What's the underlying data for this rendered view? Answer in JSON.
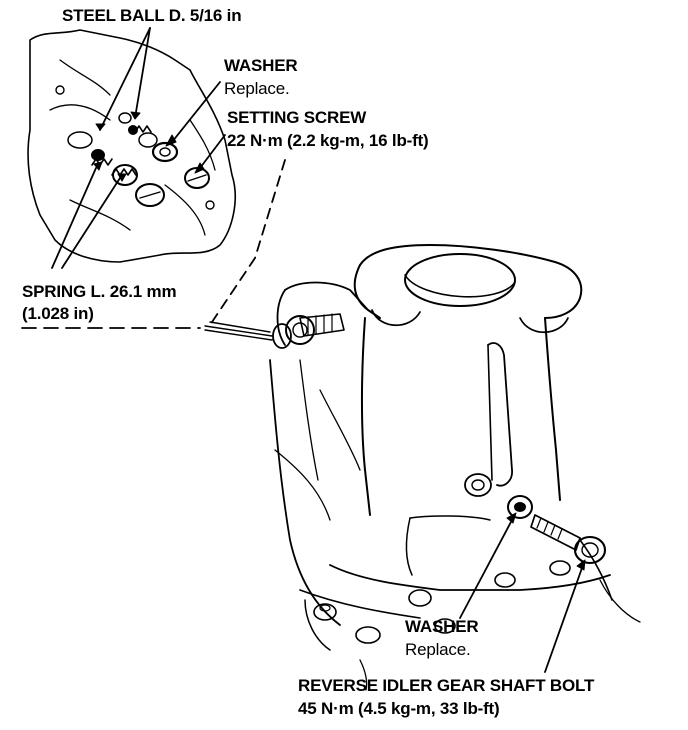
{
  "labels": {
    "steel_ball": "STEEL BALL D. 5/16 in",
    "washer_top": "WASHER",
    "washer_top_note": "Replace.",
    "setting_screw": "SETTING SCREW",
    "setting_screw_torque": "22 N·m (2.2 kg-m, 16 lb-ft)",
    "spring_line1": "SPRING L. 26.1 mm",
    "spring_line2": "(1.028 in)",
    "washer_bottom": "WASHER",
    "washer_bottom_note": "Replace.",
    "reverse_bolt": "REVERSE IDLER GEAR SHAFT BOLT",
    "reverse_bolt_torque": "45 N·m (4.5 kg-m, 33 lb-ft)"
  }
}
